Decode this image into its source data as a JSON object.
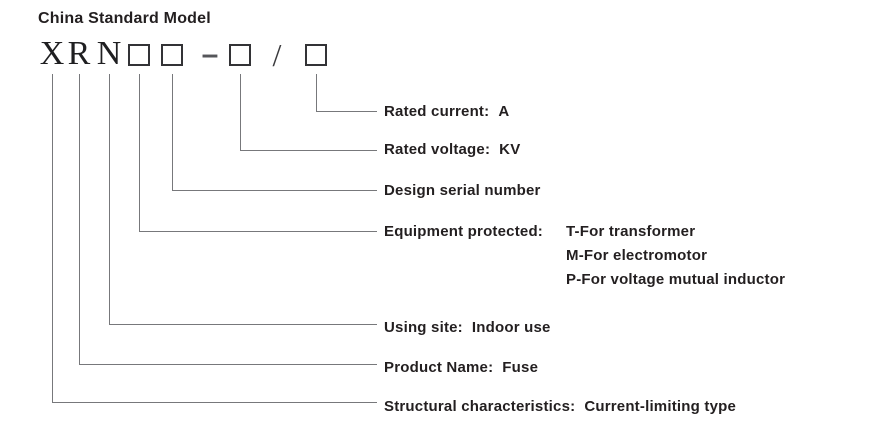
{
  "title": "China Standard Model",
  "code": {
    "letters": [
      "X",
      "R",
      "N"
    ],
    "dash": "–",
    "slash": "/"
  },
  "rows": [
    {
      "label": "Rated current:",
      "value": "A"
    },
    {
      "label": "Rated voltage:",
      "value": "KV"
    },
    {
      "label": "Design serial number"
    },
    {
      "label": "Equipment protected:",
      "values": [
        "T-For transformer",
        "M-For electromotor",
        "P-For voltage mutual inductor"
      ]
    },
    {
      "label": "Using site:",
      "value": "Indoor use"
    },
    {
      "label": "Product Name:",
      "value": "Fuse"
    },
    {
      "label": "Structural characteristics:",
      "value": "Current-limiting type"
    }
  ],
  "colors": {
    "text": "#231f20",
    "line": "#77787b"
  }
}
